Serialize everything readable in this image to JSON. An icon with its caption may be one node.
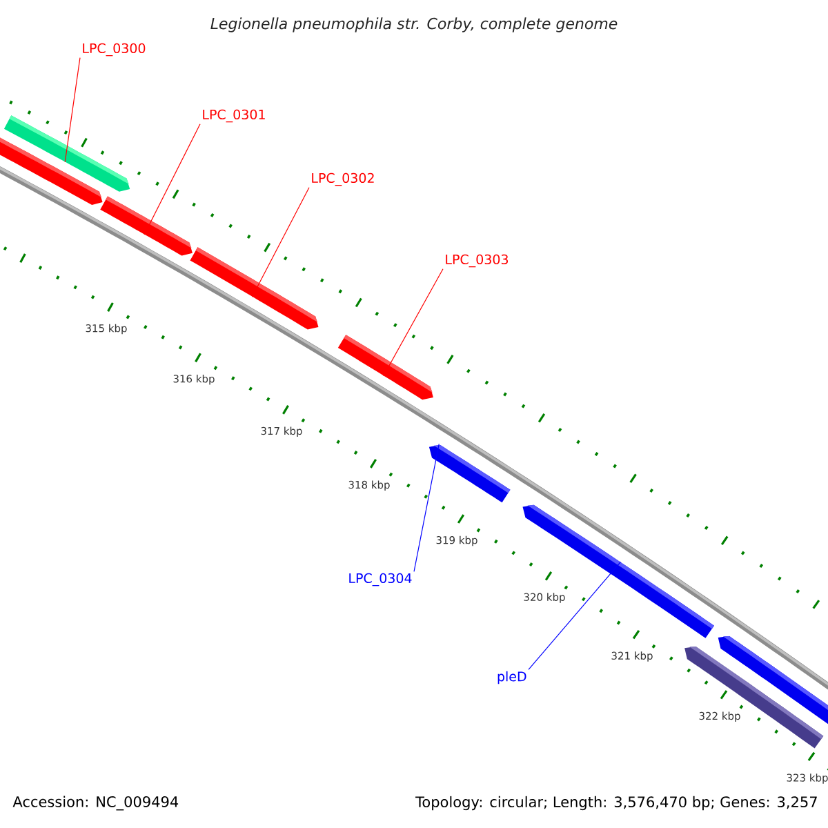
{
  "diagram": {
    "title": "Legionella pneumophila str. Corby, complete genome",
    "nodes": [
      {
        "text": [
          "LPC_0300"
        ]
      },
      {
        "text": [],
        "shape": "bar"
      },
      {
        "text": [],
        "shape": "bar"
      },
      {
        "text": [
          "LPC_0301"
        ]
      },
      {
        "text": [],
        "shape": "bar"
      },
      {
        "text": [
          "LPC_0302"
        ]
      },
      {
        "text": [],
        "shape": "bar"
      },
      {
        "text": [
          "LPC_0303"
        ]
      },
      {
        "text": [],
        "shape": "bar"
      },
      {
        "text": [],
        "shape": "bar"
      },
      {
        "text": [
          "LPC_0304"
        ]
      },
      {
        "text": [],
        "shape": "bar"
      },
      {
        "text": [
          "pleD"
        ]
      },
      {
        "text": [],
        "shape": "bar"
      },
      {
        "text": [],
        "shape": "bar"
      }
    ],
    "edges": [
      {
        "from": 0,
        "to": 1,
        "arrow": "none"
      },
      {
        "from": 3,
        "to": 4,
        "arrow": "none"
      },
      {
        "from": 5,
        "to": 6,
        "arrow": "none"
      },
      {
        "from": 7,
        "to": 8,
        "arrow": "none"
      },
      {
        "from": 10,
        "to": 9,
        "arrow": "none",
        "color": "#0000ff"
      },
      {
        "from": 12,
        "to": 11,
        "arrow": "none",
        "color": "#0000ff"
      }
    ],
    "labels": [
      "315 kbp",
      "316 kbp",
      "317 kbp",
      "318 kbp",
      "319 kbp",
      "320 kbp",
      "321 kbp",
      "322 kbp",
      "323 kbp",
      "Accession: NC_009494",
      "Topology: circular; Length: 3,576,470 bp; Genes: 3,257"
    ]
  }
}
